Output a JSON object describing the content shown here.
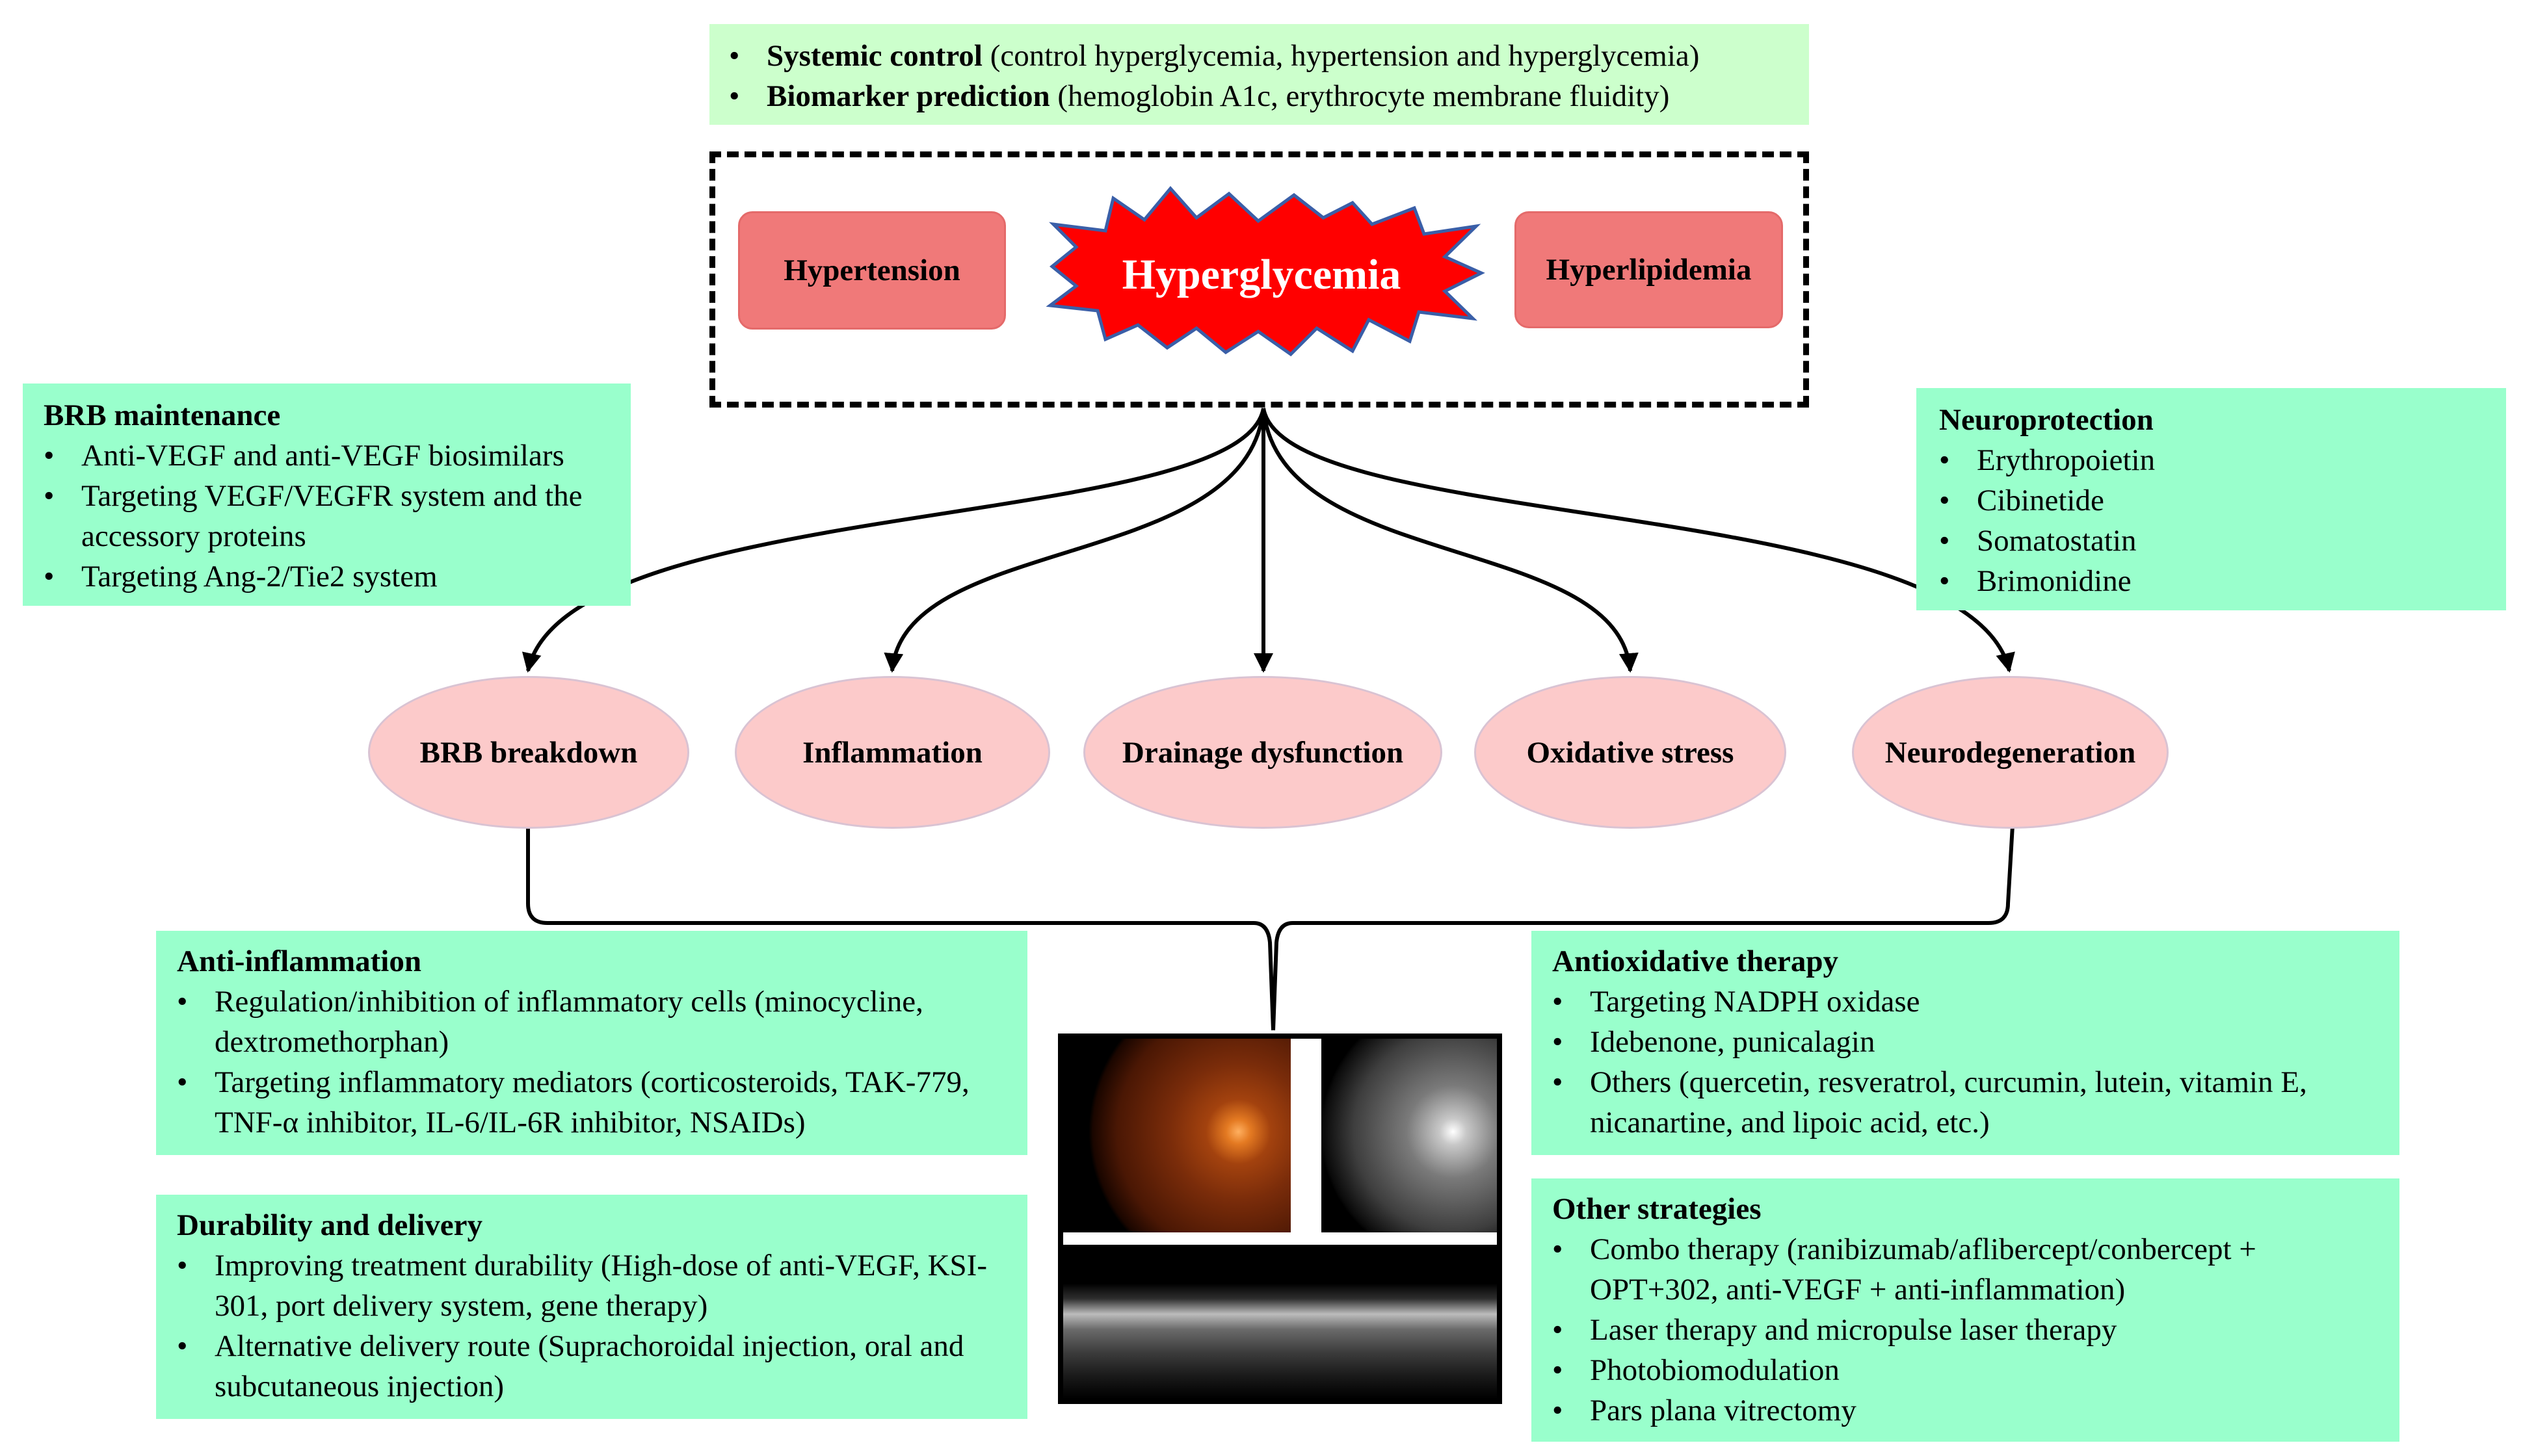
{
  "systemic": {
    "items": [
      {
        "bold": "Systemic control",
        "rest": " (control hyperglycemia, hypertension and hyperglycemia)"
      },
      {
        "bold": "Biomarker prediction",
        "rest": " (hemoglobin A1c, erythrocyte membrane fluidity)"
      }
    ]
  },
  "risk_factors": {
    "hypertension": "Hypertension",
    "hyperglycemia": "Hyperglycemia",
    "hyperlipidemia": "Hyperlipidemia"
  },
  "brb_maintenance": {
    "title": "BRB maintenance",
    "items": [
      "Anti-VEGF and anti-VEGF biosimilars",
      "Targeting VEGF/VEGFR system and the accessory proteins",
      "Targeting Ang-2/Tie2 system"
    ]
  },
  "neuroprotection": {
    "title": "Neuroprotection",
    "items": [
      "Erythropoietin",
      "Cibinetide",
      "Somatostatin",
      "Brimonidine"
    ]
  },
  "mechanisms": {
    "brb_breakdown": "BRB breakdown",
    "inflammation": "Inflammation",
    "drainage": "Drainage dysfunction",
    "oxidative": "Oxidative stress",
    "neurodegeneration": "Neurodegeneration"
  },
  "anti_inflammation": {
    "title": "Anti-inflammation",
    "items": [
      "Regulation/inhibition of inflammatory cells (minocycline, dextromethorphan)",
      "Targeting inflammatory mediators (corticosteroids, TAK-779, TNF-α inhibitor, IL-6/IL-6R inhibitor, NSAIDs)"
    ]
  },
  "durability": {
    "title": "Durability and delivery",
    "items": [
      "Improving treatment durability (High-dose of anti-VEGF, KSI-301, port delivery system, gene therapy)",
      "Alternative delivery route (Suprachoroidal injection, oral and subcutaneous injection)"
    ]
  },
  "antioxidative": {
    "title": "Antioxidative therapy",
    "items": [
      "Targeting NADPH oxidase",
      "Idebenone, punicalagin",
      "Others (quercetin, resveratrol, curcumin, lutein, vitamin E, nicanartine, and lipoic acid, etc.)"
    ]
  },
  "other_strategies": {
    "title": "Other strategies",
    "items": [
      "Combo therapy (ranibizumab/aflibercept/conbercept + OPT+302, anti-VEGF + anti-inflammation)",
      "Laser therapy and micropulse laser therapy",
      "Photobiomodulation",
      "Pars plana vitrectomy"
    ]
  },
  "colors": {
    "treatment_box": "#99ffcc",
    "systemic_box": "#ccffcc",
    "risk_box": "#f07979",
    "hyperglycemia_star": "#ff0000",
    "star_outline": "#3a5fa8",
    "mechanism_ellipse": "#fccaca"
  }
}
